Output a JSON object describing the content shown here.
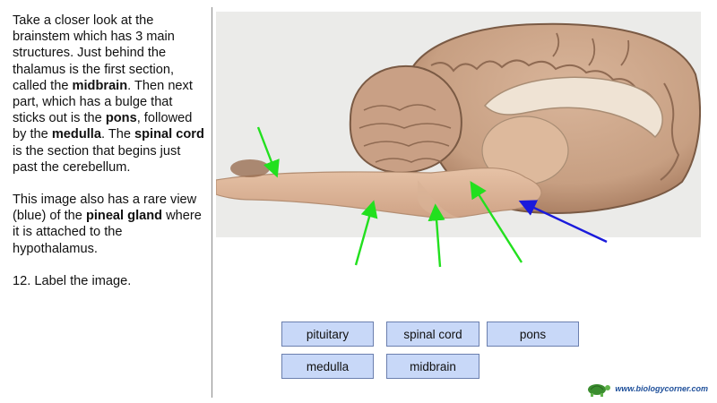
{
  "intro": {
    "p1_a": "Take a closer look at the brainstem which has 3 main structures.  Just behind the thalamus is the first section, called the ",
    "p1_b": "midbrain",
    "p1_c": ".  Then next part, which has a bulge that sticks out is the ",
    "p1_d": "pons",
    "p1_e": ", followed by the ",
    "p1_f": "medulla",
    "p1_g": ".  The ",
    "p1_h": "spinal cord",
    "p1_i": " is the section that begins just past the cerebellum.",
    "p2_a": "This image also has a rare view (blue) of the ",
    "p2_b": "pineal gland",
    "p2_c": " where it is attached to the hypothalamus.",
    "p3": "12.  Label the image."
  },
  "labels": {
    "pituitary": "pituitary",
    "spinal_cord": "spinal cord",
    "pons": "pons",
    "medulla": "medulla",
    "midbrain": "midbrain"
  },
  "colors": {
    "label_bg": "#c8d8f8",
    "arrow_green": "#22e01e",
    "arrow_blue": "#1a1adb"
  },
  "footer": {
    "site": "www.biologycorner.com",
    "mascot_icon": "turtle-icon"
  }
}
